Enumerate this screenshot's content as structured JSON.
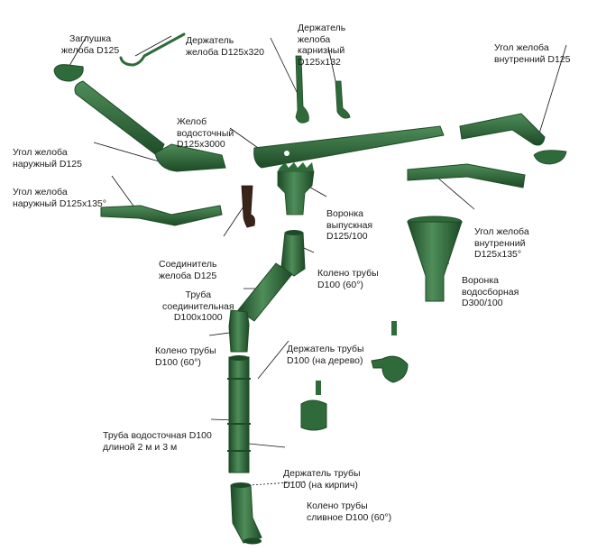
{
  "colors": {
    "part_fill": "#2f6b3a",
    "part_dark": "#1d4a26",
    "part_light": "#4f8d5a",
    "leader": "#111111",
    "bracket_brown": "#3a2418"
  },
  "labels": {
    "cap_d125": [
      "Заглушка",
      "желоба D125"
    ],
    "holder_d125x320": [
      "Держатель",
      "желоба D125x320"
    ],
    "holder_eaves": [
      "Держатель",
      "желоба",
      "карнизный",
      "D125x132"
    ],
    "inner_corner_d125": [
      "Угол желоба",
      "внутренний D125"
    ],
    "gutter_d125x3000": [
      "Желоб",
      "водосточный",
      "D125x3000"
    ],
    "outer_corner_d125": [
      "Угол желоба",
      "наружный D125"
    ],
    "outer_corner_d125x135": [
      "Угол желоба",
      "наружный D125x135°"
    ],
    "outlet_d125_100": [
      "Воронка",
      "выпускная",
      "D125/100"
    ],
    "connector_d125": [
      "Соединитель",
      "желоба D125"
    ],
    "inner_corner_d125x135": [
      "Угол желоба",
      "внутренний",
      "D125x135°"
    ],
    "elbow_top": [
      "Колено трубы",
      "D100 (60°)"
    ],
    "funnel_d300": [
      "Воронка",
      "водосборная",
      "D300/100"
    ],
    "pipe_conn": [
      "Труба",
      "соединительная",
      "D100x1000"
    ],
    "elbow_mid": [
      "Колено трубы",
      "D100 (60°)"
    ],
    "pipe_holder_wood": [
      "Держатель трубы",
      "D100 (на дерево)"
    ],
    "downpipe": [
      "Труба водосточная D100",
      "длиной 2 м и 3 м"
    ],
    "pipe_holder_brick": [
      "Держатель трубы",
      "D100 (на кирпич)"
    ],
    "drain_elbow": [
      "Колено трубы",
      "сливное D100 (60°)"
    ]
  }
}
